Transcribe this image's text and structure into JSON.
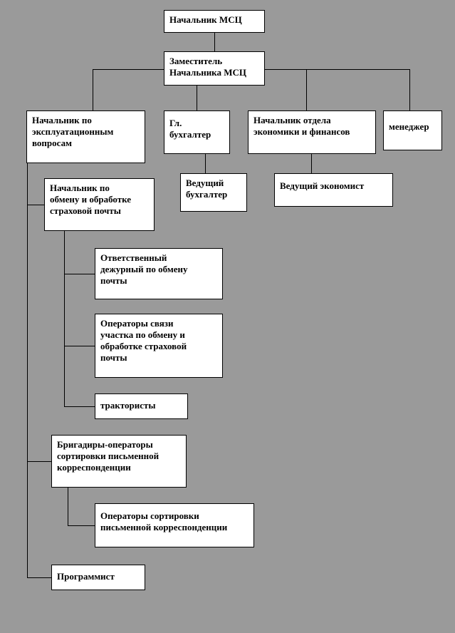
{
  "colors": {
    "background": "#9a9a9a",
    "box_background": "#ffffff",
    "border": "#000000",
    "text": "#000000"
  },
  "org_chart": {
    "nodes": [
      {
        "label": "Начальник МСЦ",
        "parent": null
      },
      {
        "label": "Заместитель\nНачальника МСЦ",
        "parent": 0
      },
      {
        "label": "Начальник по\nэксплуатационным\nвопросам",
        "parent": 1
      },
      {
        "label": "Гл.\nбухгалтер",
        "parent": 1
      },
      {
        "label": "Начальник отдела\nэкономики и финансов",
        "parent": 1
      },
      {
        "label": "менеджер",
        "parent": 1
      },
      {
        "label": "Ведущий\nбухгалтер",
        "parent": 3
      },
      {
        "label": "Ведущий экономист",
        "parent": 4
      },
      {
        "label": "Начальник по\nобмену и обработке\nстраховой почты",
        "parent": 2
      },
      {
        "label": "Ответственный\nдежурный по обмену\nпочты",
        "parent": 8
      },
      {
        "label": "Операторы связи\nучастка по обмену и\nобработке страховой\nпочты",
        "parent": 8
      },
      {
        "label": "трактористы",
        "parent": 8
      },
      {
        "label": "Бригадиры-операторы\nсортировки письменной\nкорреспонденции",
        "parent": 2
      },
      {
        "label": "Операторы сортировки\nписьменной корреспонденции",
        "parent": 12
      },
      {
        "label": "Программист",
        "parent": 2
      }
    ]
  }
}
